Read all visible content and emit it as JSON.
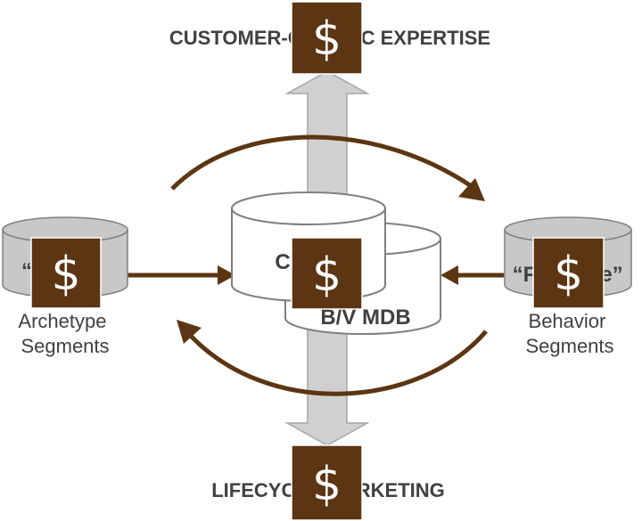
{
  "headings": {
    "top": "CUSTOMER-CENTRIC EXPERTISE",
    "bottom": "LIFECYCLE MARKETING"
  },
  "center": {
    "front_db_label": "C",
    "back_db_label": "B/V MDB"
  },
  "left": {
    "cylinder_label": "“",
    "segment_label_line1": "Archetype",
    "segment_label_line2": "Segments"
  },
  "right": {
    "cylinder_label": "“F",
    "cylinder_label_end": "e”",
    "segment_label_line1": "Behavior",
    "segment_label_line2": "Segments"
  },
  "badges": {
    "symbol": "$",
    "icon": "dollar-icon"
  },
  "colors": {
    "accent_brown": "#5c3512",
    "cylinder_gray": "#c8c8c8",
    "cylinder_outline": "#7f7f7f",
    "column_gray": "#d0d0d0",
    "text_gray": "#404040"
  }
}
